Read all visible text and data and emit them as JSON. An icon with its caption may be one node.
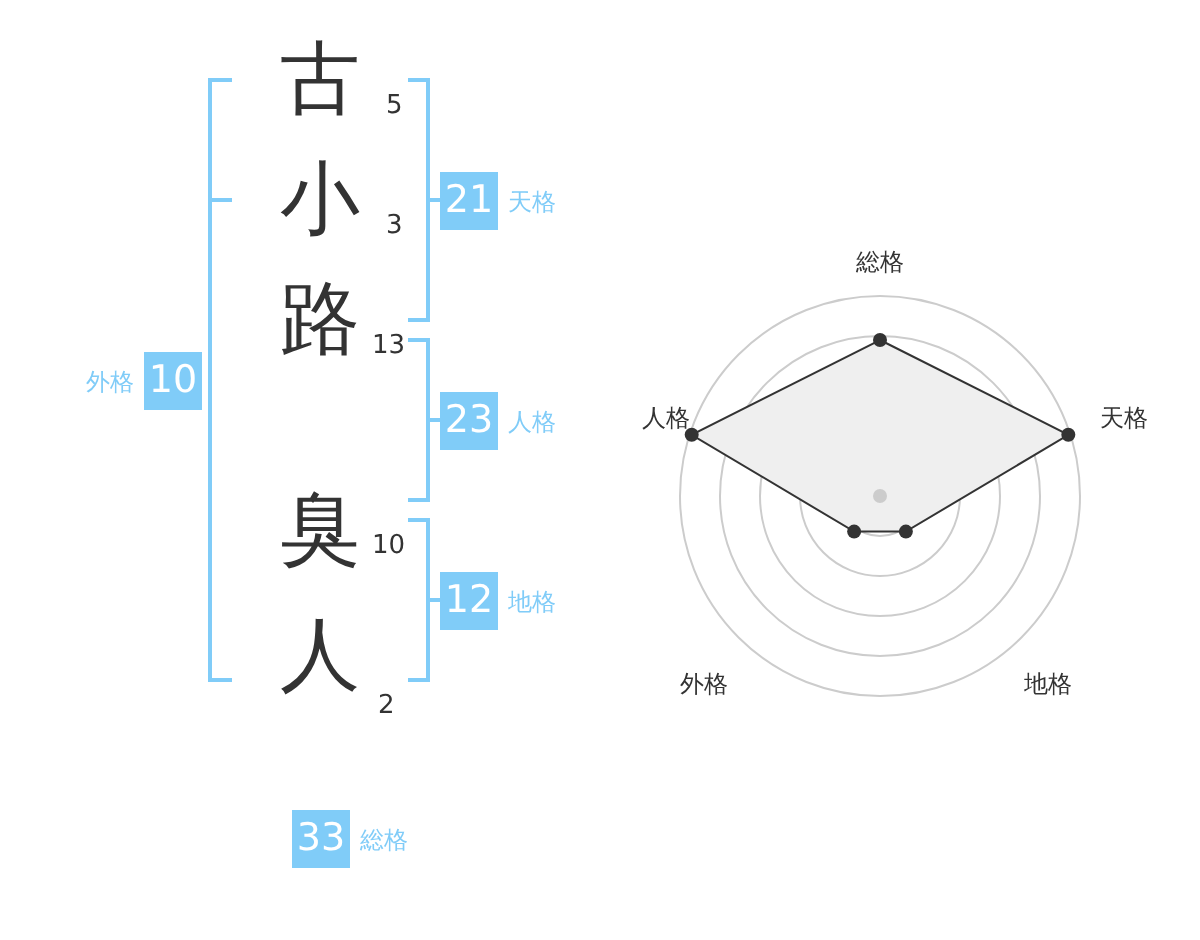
{
  "diagram": {
    "nodes": [
      {
        "text": [
          "21"
        ],
        "beside": [
          "天格"
        ]
      },
      {
        "text": [
          "10"
        ],
        "beside": [
          "外格"
        ]
      },
      {
        "text": [
          "23"
        ],
        "beside": [
          "人格"
        ]
      },
      {
        "text": [
          "12"
        ],
        "beside": [
          "地格"
        ]
      },
      {
        "text": [
          "33"
        ],
        "beside": [
          "総格"
        ]
      }
    ],
    "labels": [
      "古",
      "5",
      "小",
      "3",
      "路",
      "13",
      "臭",
      "10",
      "人",
      "2",
      "総格",
      "人格",
      "天格",
      "外格",
      "地格"
    ]
  }
}
